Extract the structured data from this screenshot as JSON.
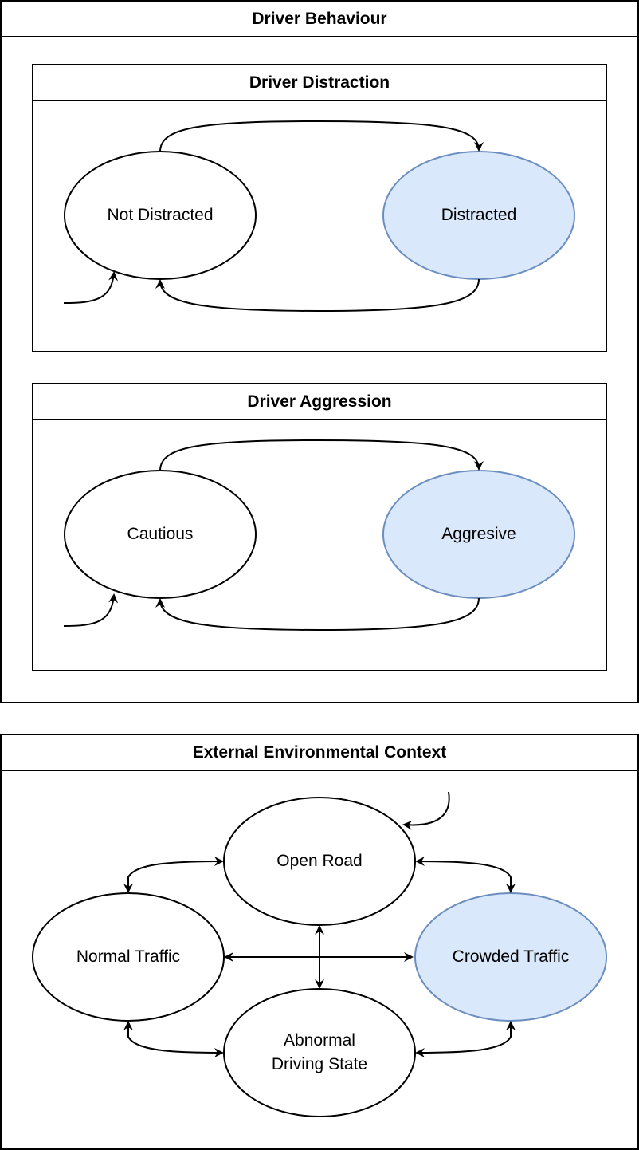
{
  "groups": {
    "driver_behaviour": {
      "title": "Driver Behaviour"
    },
    "driver_distraction": {
      "title": "Driver Distraction",
      "states": {
        "initial": "Not Distracted",
        "alternate": "Distracted"
      }
    },
    "driver_aggression": {
      "title": "Driver Aggression",
      "states": {
        "initial": "Cautious",
        "alternate": "Aggresive"
      }
    },
    "external_context": {
      "title": "External Environmental Context",
      "states": {
        "open_road": "Open Road",
        "normal_traffic": "Normal Traffic",
        "crowded_traffic": "Crowded Traffic",
        "abnormal": "Abnormal\nDriving State"
      }
    }
  },
  "colors": {
    "stroke": "#000000",
    "highlight_fill": "#dae8fc",
    "highlight_stroke": "#6c8ebf",
    "plain_fill": "#ffffff"
  }
}
